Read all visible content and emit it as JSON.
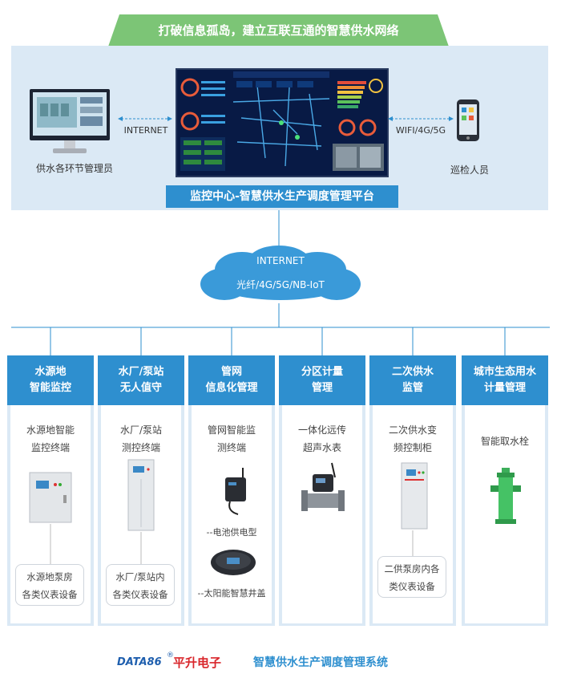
{
  "banner": {
    "title": "打破信息孤岛，建立互联互通的智慧供水网络"
  },
  "top": {
    "left_link": "INTERNET",
    "left_label": "供水各环节管理员",
    "right_link": "WIFI/4G/5G",
    "right_label": "巡检人员",
    "center_caption": "监控中心-智慧供水生产调度管理平台"
  },
  "cloud": {
    "line1": "INTERNET",
    "line2": "光纤/4G/5G/NB-IoT"
  },
  "columns": [
    {
      "title1": "水源地",
      "title2": "智能监控",
      "desc1": "水源地智能",
      "desc2": "监控终端",
      "box1": "水源地泵房",
      "box2": "各类仪表设备"
    },
    {
      "title1": "水厂/泵站",
      "title2": "无人值守",
      "desc1": "水厂/泵站",
      "desc2": "测控终端",
      "box1": "水厂/泵站内",
      "box2": "各类仪表设备"
    },
    {
      "title1": "管网",
      "title2": "信息化管理",
      "desc1": "管网智能监",
      "desc2": "测终端",
      "note1": "--电池供电型",
      "note2": "--太阳能智慧井盖"
    },
    {
      "title1": "分区计量",
      "title2": "管理",
      "desc1": "一体化远传",
      "desc2": "超声水表"
    },
    {
      "title1": "二次供水",
      "title2": "监管",
      "desc1": "二次供水变",
      "desc2": "频控制柜",
      "box1": "二供泵房内各",
      "box2": "类仪表设备"
    },
    {
      "title1": "城市生态用水",
      "title2": "计量管理",
      "desc1": "智能取水栓",
      "desc2": ""
    }
  ],
  "footer": {
    "brand": "DATA86",
    "brand_cn": "平升电子",
    "system": "智慧供水生产调度管理系统"
  },
  "colors": {
    "accent": "#2e8fcf",
    "panel": "#dbe9f5",
    "banner": "#7cc576",
    "footer_blue": "#2e8fcf",
    "brand_red": "#d9262b"
  }
}
